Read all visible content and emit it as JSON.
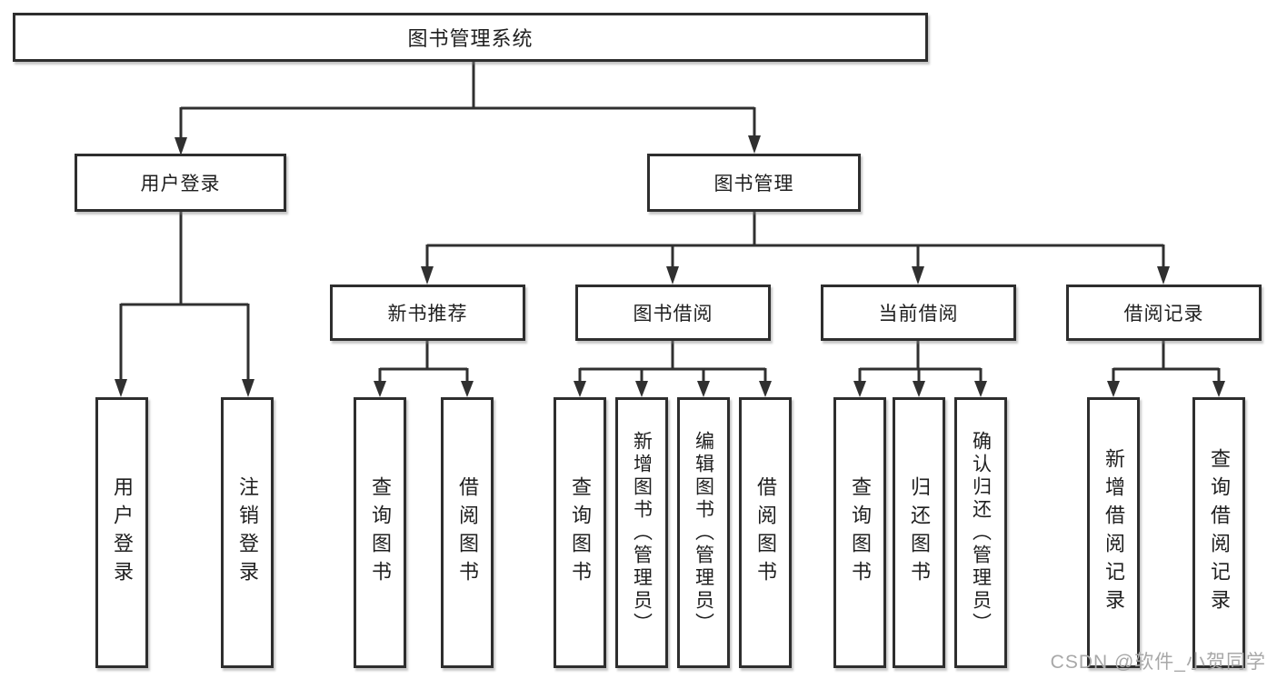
{
  "tree": {
    "root": {
      "label": "图书管理系统",
      "children": [
        {
          "label": "用户登录",
          "children": [
            {
              "label": "用户登录"
            },
            {
              "label": "注销登录"
            }
          ]
        },
        {
          "label": "图书管理",
          "children": [
            {
              "label": "新书推荐",
              "children": [
                {
                  "label": "查询图书"
                },
                {
                  "label": "借阅图书"
                }
              ]
            },
            {
              "label": "图书借阅",
              "children": [
                {
                  "label": "查询图书"
                },
                {
                  "label": "新增图书（管理员）"
                },
                {
                  "label": "编辑图书（管理员）"
                },
                {
                  "label": "借阅图书"
                }
              ]
            },
            {
              "label": "当前借阅",
              "children": [
                {
                  "label": "查询图书"
                },
                {
                  "label": "归还图书"
                },
                {
                  "label": "确认归还（管理员）"
                }
              ]
            },
            {
              "label": "借阅记录",
              "children": [
                {
                  "label": "新增借阅记录"
                },
                {
                  "label": "查询借阅记录"
                }
              ]
            }
          ]
        }
      ]
    }
  },
  "watermark": {
    "text": "CSDN @软件_小贺同学"
  },
  "colors": {
    "line": "#303030",
    "border": "#2e2e2e",
    "text": "#1f1f1f",
    "watermark": "#a8a8a8",
    "background": "#ffffff"
  }
}
